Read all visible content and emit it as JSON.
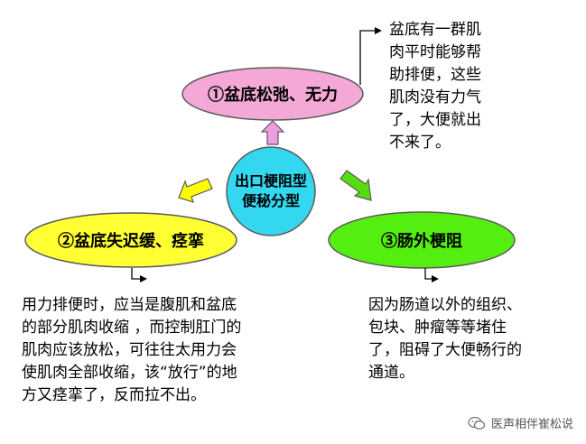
{
  "center": {
    "line1": "出口梗阻型",
    "line2": "便秘分型"
  },
  "nodes": {
    "top": {
      "label": "①盆底松弛、无力"
    },
    "left": {
      "label": "②盆底失迟缓、痉挛"
    },
    "right": {
      "label": "③肠外梗阻"
    }
  },
  "notes": {
    "top": [
      "盆底有一群肌",
      "肉平时能够帮",
      "助排便，这些",
      "肌肉没有力气",
      "了，大便就出",
      "不来了。"
    ],
    "left": [
      "用力排便时，应当是腹肌和盆底",
      "的部分肌肉收缩 ，而控制肛门的",
      "肌肉应该放松，可往往太用力会",
      "使肌肉全部收缩，该“放行”的地",
      "方又痉挛了，反而拉不出。"
    ],
    "right": [
      "因为肠道以外的组织、",
      "包块、肿瘤等等堵住",
      "了，阻碍了大便畅行的",
      "通道。"
    ]
  },
  "watermark": {
    "text": "医声相伴崔松说",
    "icon": "wechat-icon"
  },
  "colors": {
    "center": "#33d8f0",
    "top": "#f3a8d6",
    "left": "#ffff33",
    "right": "#55ee11",
    "arrow_up": "#ee9ee0",
    "arrow_left": "#ffff00",
    "arrow_right": "#55dd11",
    "outline": "#5a5a5a"
  }
}
